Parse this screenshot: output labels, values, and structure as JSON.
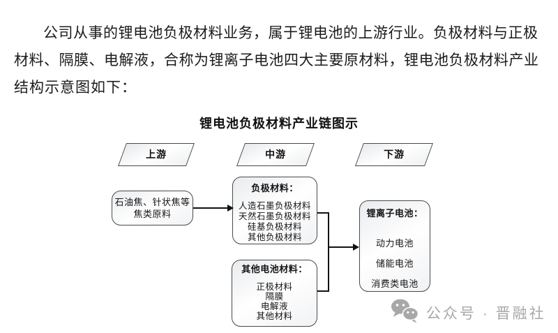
{
  "document": {
    "paragraph_lines": [
      "公司从事的锂电池负极材料业务，属于锂电池的上游行业。负极材料与正极",
      "材料、隔膜、电解液，合称为锂离子电池四大主要原材料，锂电池负极材料产业",
      "结构示意图如下："
    ]
  },
  "diagram": {
    "title": "锂电池负极材料产业链图示",
    "stages": {
      "upstream": "上游",
      "midstream": "中游",
      "downstream": "下游"
    },
    "upstream_node": {
      "lines": [
        "石油焦、针状焦等",
        "焦类原料"
      ]
    },
    "anode_node": {
      "header": "负极材料：",
      "items": [
        "人造石墨负极材料",
        "天然石墨负极材料",
        "硅基负极材料",
        "其他负极材料"
      ]
    },
    "other_materials_node": {
      "header": "其他电池材料：",
      "items": [
        "正极材料",
        "隔膜",
        "电解液",
        "其他材料"
      ]
    },
    "battery_node": {
      "header": "锂离子电池：",
      "items": [
        "动力电池",
        "储能电池",
        "消费类电池"
      ]
    },
    "colors": {
      "node_border": "#4a4a4a",
      "arrow": "#111111",
      "text": "#1a1a1a",
      "watermark": "#a8a8a8"
    }
  },
  "watermark": {
    "icon": "wechat-icon",
    "label": "公众号 · 晋融社"
  }
}
